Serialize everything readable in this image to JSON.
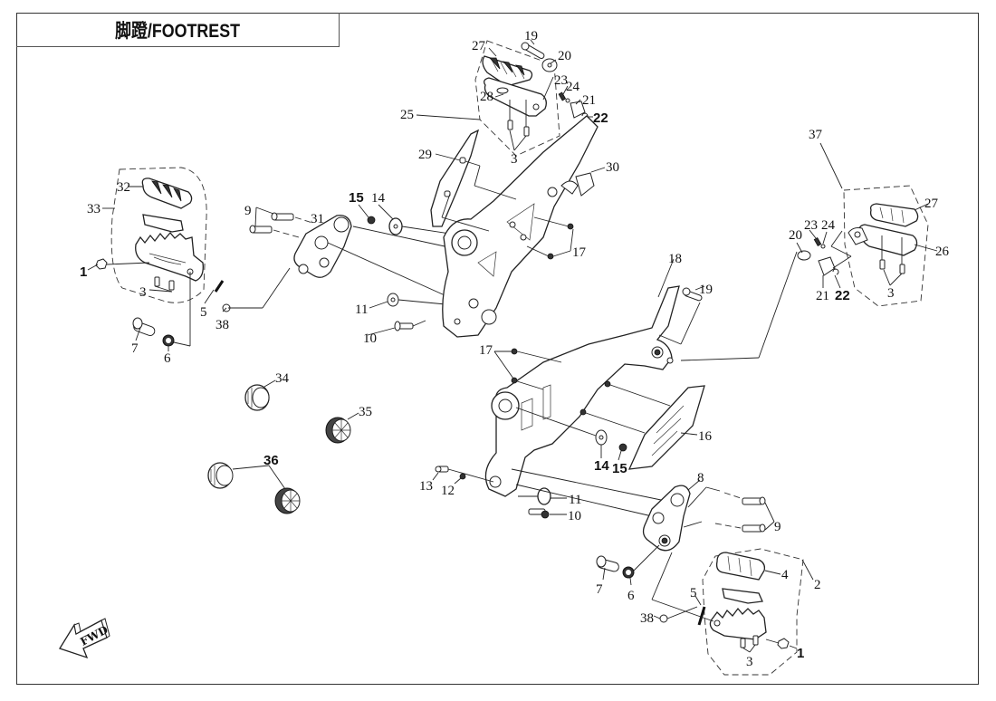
{
  "title": "脚蹬/FOOTREST",
  "fwd_label": "FWD",
  "callouts": {
    "top_group": {
      "n19": "19",
      "n20": "20",
      "n27": "27",
      "n23": "23",
      "n24": "24",
      "n28": "28",
      "n21": "21",
      "n22": "22",
      "n25": "25",
      "n3": "3"
    },
    "left_group": {
      "n32": "32",
      "n33": "33",
      "n1": "1",
      "n3": "3",
      "n5": "5",
      "n38": "38",
      "n7": "7",
      "n6": "6"
    },
    "left_bracket": {
      "n9": "9",
      "n31": "31",
      "n15": "15",
      "n14": "14",
      "n11": "11",
      "n10": "10",
      "n29": "29",
      "n30": "30",
      "n17": "17"
    },
    "right_group": {
      "n37": "37",
      "n27": "27",
      "n26": "26",
      "n23": "23",
      "n24": "24",
      "n20": "20",
      "n21": "21",
      "n22": "22",
      "n3": "3"
    },
    "right_bracket": {
      "n18": "18",
      "n19": "19",
      "n17": "17",
      "n16": "16",
      "n14": "14",
      "n15": "15",
      "n13": "13",
      "n12": "12",
      "n11": "11",
      "n10": "10"
    },
    "bottom_group": {
      "n8": "8",
      "n9": "9",
      "n4": "4",
      "n2": "2",
      "n7": "7",
      "n6": "6",
      "n5": "5",
      "n38": "38",
      "n1": "1",
      "n3": "3"
    },
    "plugs": {
      "n34": "34",
      "n35": "35",
      "n36": "36"
    }
  }
}
